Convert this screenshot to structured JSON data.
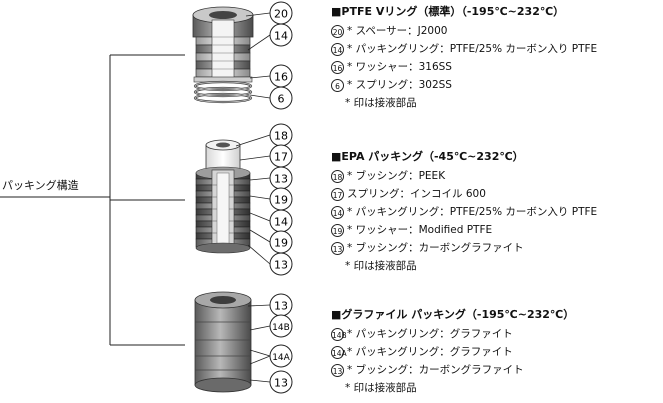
{
  "root_label": "パッキング構造",
  "groups": [
    {
      "heading": "■PTFE  Vリング（標準）（-195℃~232℃）",
      "callouts": [
        "20",
        "14",
        "16",
        "6"
      ],
      "items": [
        {
          "num": "20",
          "text": "* スペーサー：J2000"
        },
        {
          "num": "14",
          "text": "* パッキングリング：PTFE/25% カーボン入り PTFE"
        },
        {
          "num": "16",
          "text": "* ワッシャー：316SS"
        },
        {
          "num": "6",
          "text": "* スプリング：302SS"
        }
      ],
      "note": "* 印は接液部品"
    },
    {
      "heading": "■EPA  パッキング（-45℃~232℃）",
      "callouts": [
        "18",
        "17",
        "13",
        "19",
        "14",
        "19",
        "13"
      ],
      "items": [
        {
          "num": "18",
          "text": "* ブッシング：PEEK"
        },
        {
          "num": "17",
          "text": "スプリング：インコイル 600"
        },
        {
          "num": "14",
          "text": "* パッキングリング：PTFE/25% カーボン入り PTFE"
        },
        {
          "num": "19",
          "text": "* ワッシャー：Modified PTFE"
        },
        {
          "num": "13",
          "text": "* ブッシング：カーボングラファイト"
        }
      ],
      "note": "* 印は接液部品"
    },
    {
      "heading": "■グラファイル パッキング（-195℃~232℃）",
      "callouts": [
        "13",
        "14B",
        "14A",
        "13"
      ],
      "items": [
        {
          "num": "14B",
          "text": "* パッキングリング：グラファイト"
        },
        {
          "num": "14A",
          "text": "* パッキングリング：グラファイト"
        },
        {
          "num": "13",
          "text": "* ブッシング：カーボングラファイト"
        }
      ],
      "note": "* 印は接液部品"
    }
  ]
}
